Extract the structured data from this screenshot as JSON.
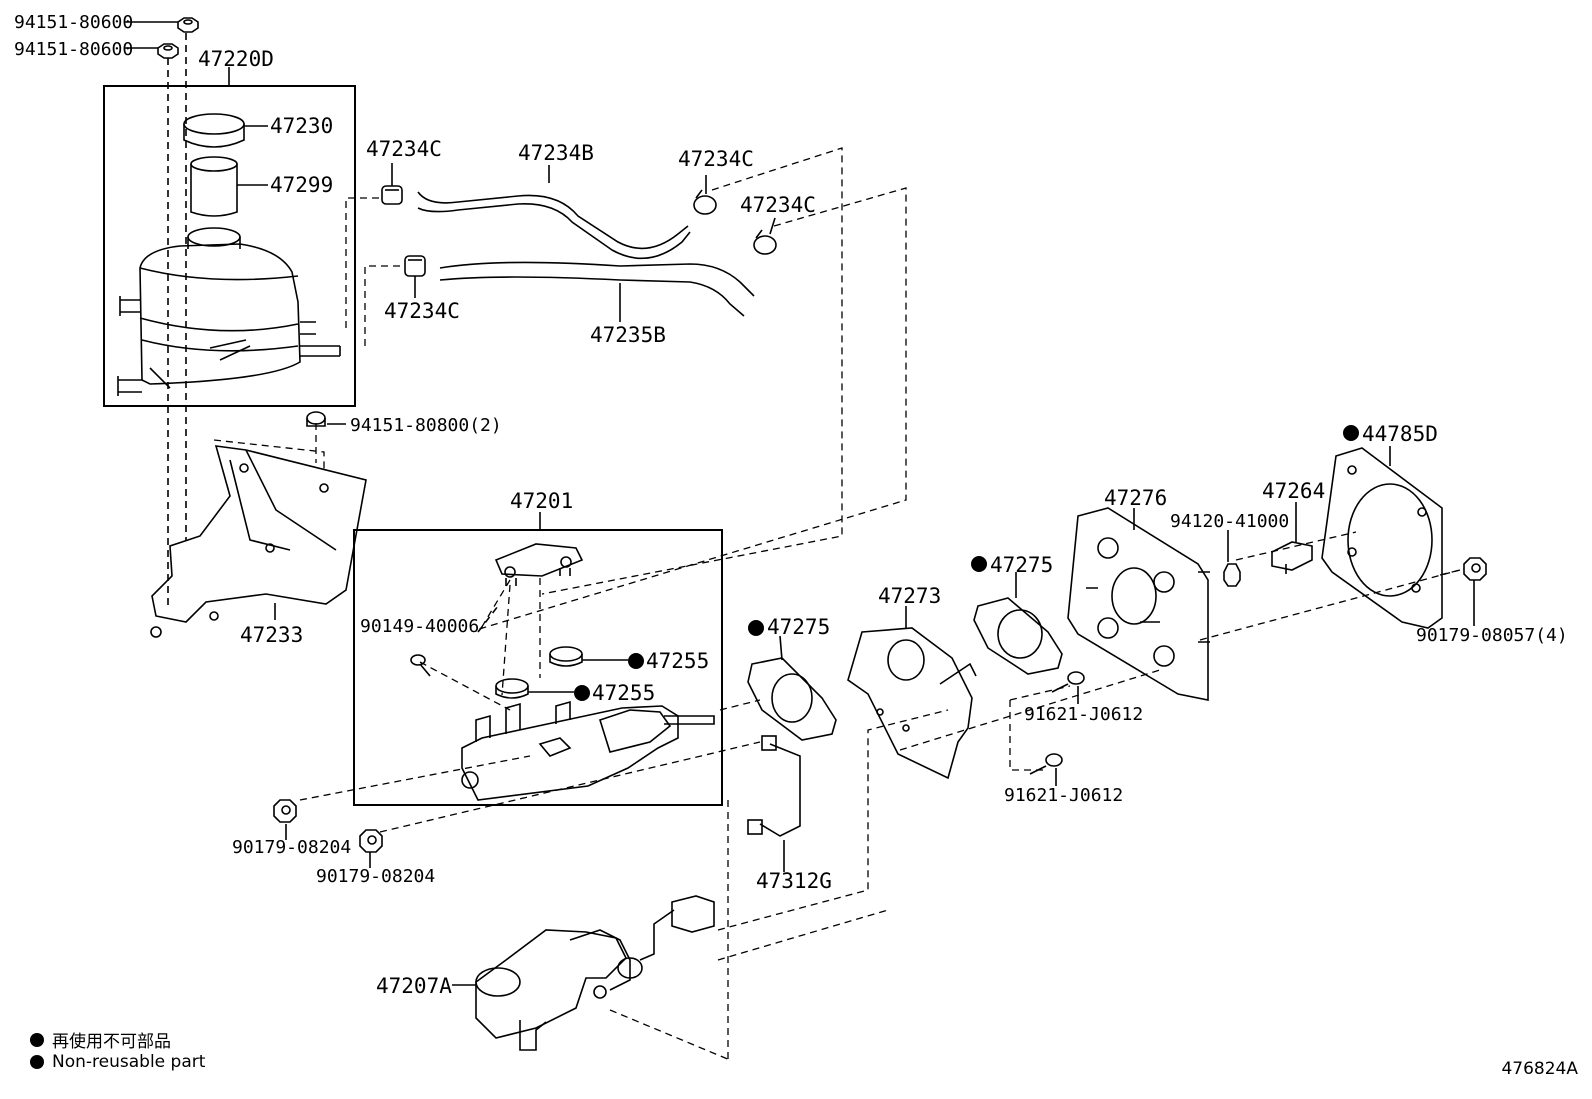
{
  "parts": {
    "p94151_80600_a": "94151-80600",
    "p94151_80600_b": "94151-80600",
    "p47220D": "47220D",
    "p47230": "47230",
    "p47299": "47299",
    "p47234C_a": "47234C",
    "p47234B": "47234B",
    "p47234C_b": "47234C",
    "p47234C_c": "47234C",
    "p47234C_d": "47234C",
    "p47235B": "47235B",
    "p94151_80800": "94151-80800(2)",
    "p47233": "47233",
    "p47201": "47201",
    "p90149_40006": "90149-40006",
    "p47255_a": "47255",
    "p47255_b": "47255",
    "p90179_08204_a": "90179-08204",
    "p90179_08204_b": "90179-08204",
    "p47275_a": "47275",
    "p47312G": "47312G",
    "p47273": "47273",
    "p47275_b": "47275",
    "p47276": "47276",
    "p91621_J0612_a": "91621-J0612",
    "p91621_J0612_b": "91621-J0612",
    "p94120_41000": "94120-41000",
    "p47264": "47264",
    "p44785D": "44785D",
    "p90179_08057": "90179-08057(4)",
    "p47207A": "47207A"
  },
  "legend": {
    "jp": "再使用不可部品",
    "en": "Non-reusable part"
  },
  "diagram_id": "476824A"
}
